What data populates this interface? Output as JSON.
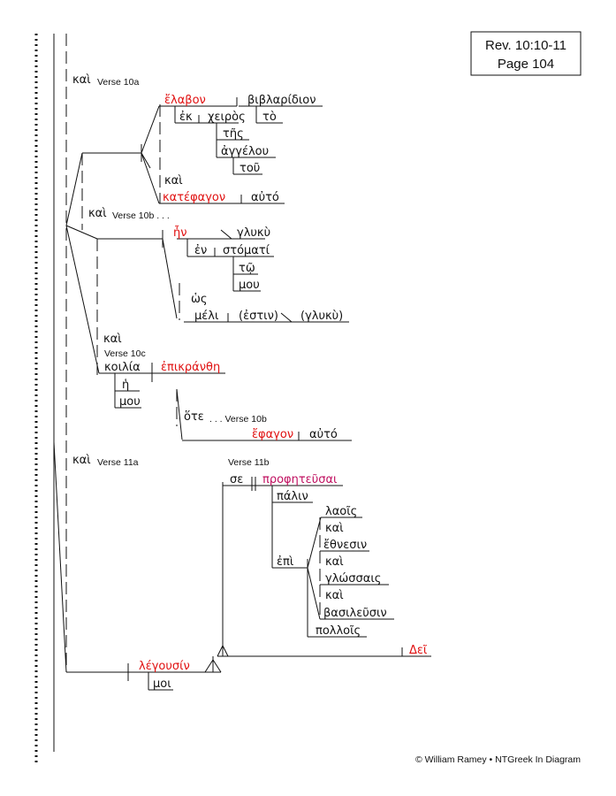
{
  "reference": {
    "line1": "Rev. 10:10-11",
    "line2": "Page 104"
  },
  "footer": "© William Ramey • NTGreek In Diagram",
  "labels": {
    "v10a": "Verse 10a",
    "v10b": "Verse 10b . . .",
    "v10c": "Verse 10c",
    "v10b_hote": ". . . Verse 10b",
    "v11a": "Verse 11a",
    "v11b": "Verse 11b"
  },
  "words": {
    "kai_10a": "καὶ",
    "elabon": "ἔλαβον",
    "biblaridion": "βιβλαρίδιον",
    "to": "τὸ",
    "ek": "ἐκ",
    "cheiros": "χειρὸς",
    "tes": "τῆς",
    "angelou": "ἀγγέλου",
    "tou": "τοῦ",
    "kai_katephagon": "καὶ",
    "katephagon": "κατέφαγον",
    "auto1": "αὐτό",
    "kai_10b": "καὶ",
    "en_was": "ἦν",
    "glyky": "γλυκὺ",
    "en_prep": "ἐν",
    "stomati": "στόματί",
    "to_dat": "τῷ",
    "mou1": "μου",
    "hos": "ὡς",
    "meli": "μέλι",
    "estin": "(ἐστιν)",
    "glyky2": "(γλυκὺ)",
    "kai_10c": "καὶ",
    "koilia": "κοιλία",
    "epikranthe": "ἐπικράνθη",
    "he": "ἡ",
    "mou2": "μου",
    "hote": "ὅτε",
    "ephagon": "ἔφαγον",
    "auto2": "αὐτό",
    "kai_11a": "καὶ",
    "se": "σε",
    "propheteusai": "προφητεῦσαι",
    "palin": "πάλιν",
    "laois": "λαοῖς",
    "kai_e1": "καὶ",
    "ethnesin": "ἔθνεσιν",
    "epi": "ἐπὶ",
    "kai_e2": "καὶ",
    "glossais": "γλώσσαις",
    "kai_e3": "καὶ",
    "basileusin": "βασιλεῦσιν",
    "pollois": "πολλοῖς",
    "dei": "Δεῖ",
    "legousin": "λέγουσίν",
    "moi": "μοι"
  },
  "colors": {
    "verb": "#e01010",
    "infinitive": "#c01060",
    "ink": "#111111"
  }
}
